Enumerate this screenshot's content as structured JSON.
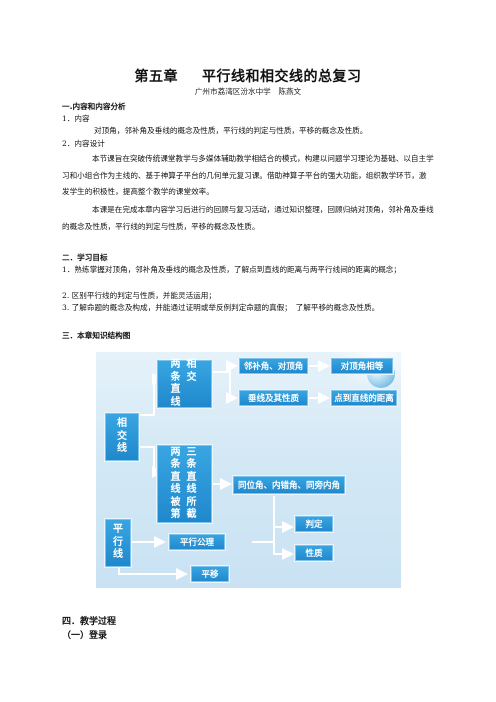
{
  "doc": {
    "chapter": "第五章",
    "title": "平行线和相交线的总复习",
    "author": "广州市荔湾区汾水中学　陈燕文"
  },
  "sections": {
    "s1_heading": "一.内容和内容分析",
    "s1_sub1": "1．内容",
    "s1_sub1_text": "对顶角，邻补角及垂线的概念及性质，平行线的判定与性质，平移的概念及性质。",
    "s1_sub2": "2．内容设计",
    "s1_para1": "本节课旨在突破传统课堂教学与多媒体辅助教学相结合的模式，构建以问题学习理论为基础、以自主学习和小组合作为主线的、基于神算子平台的几何单元复习课。借助神算子平台的强大功能，组织教学环节，激发学生的积极性，提高整个教学的课堂效率。",
    "s1_para2": "本课是在完成本章内容学习后进行的回顾与复习活动，通过知识整理，回顾归纳对顶角，邻补角及垂线的概念及性质，平行线的判定与性质，平移的概念及性质。",
    "s2_heading": "二．学习目标",
    "s2_item1": "1．熟练掌握对顶角，邻补角及垂线的概念及性质，了解点到直线的距离与两平行线间的距离的概念；",
    "s2_item2": "2. 区别平行线的判定与性质，并能灵活运用；",
    "s2_item3": "3. 了解命题的概念及构成，并能通过证明或举反例判定命题的真假；　了解平移的概念及性质。",
    "s3_heading": "三．本章知识结构图",
    "s4_heading": "四．教学过程",
    "s4_sub1": "（一）登录"
  },
  "diagram": {
    "box_intersect": "相交线",
    "box_two_lines_left": "两条直线",
    "box_two_lines_right": "相交",
    "box_adjacent": "邻补角、对顶角",
    "box_vertical_equal": "对顶角相等",
    "box_perpendicular": "垂线及其性质",
    "box_distance": "点到直线的距离",
    "box_three_left": "两条直线被第",
    "box_three_right": "三条直线所截",
    "box_angles": "同位角、内错角、同旁内角",
    "box_parallel": "平行线",
    "box_axiom": "平行公理",
    "box_judge": "判定",
    "box_property": "性质",
    "box_translation": "平移",
    "colors": {
      "box": "#2a95d6",
      "arrow": "#ffffff",
      "background": "#d6eaf6"
    }
  }
}
